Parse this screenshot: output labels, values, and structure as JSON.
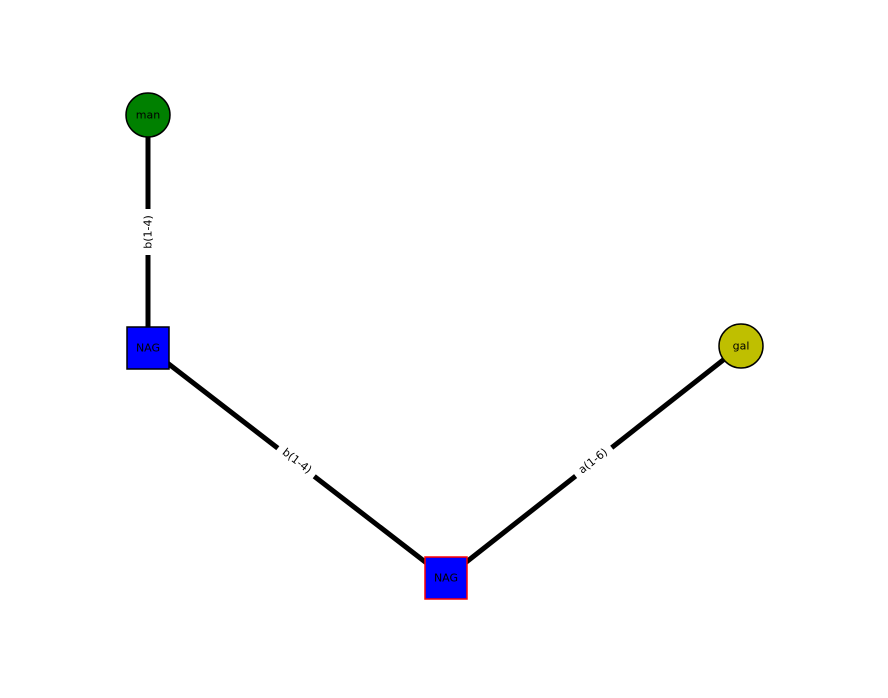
{
  "figure": {
    "background": "#ffffff",
    "edge_color": "#000000",
    "label_bg_color": "#ffffff"
  },
  "nodes": [
    {
      "id": "man",
      "label": "man",
      "shape": "circle",
      "color": "#008000",
      "border": "#000000"
    },
    {
      "id": "nag1",
      "label": "NAG",
      "shape": "square",
      "color": "#0000ff",
      "border": "#000000"
    },
    {
      "id": "nag2",
      "label": "NAG",
      "shape": "square",
      "color": "#0000ff",
      "border": "#ff0000"
    },
    {
      "id": "gal",
      "label": "gal",
      "shape": "circle",
      "color": "#bfbf00",
      "border": "#000000"
    }
  ],
  "edges": [
    {
      "from": "man",
      "to": "nag1",
      "label": "b(1-4)"
    },
    {
      "from": "nag1",
      "to": "nag2",
      "label": "b(1-4)"
    },
    {
      "from": "nag2",
      "to": "gal",
      "label": "a(1-6)"
    }
  ]
}
